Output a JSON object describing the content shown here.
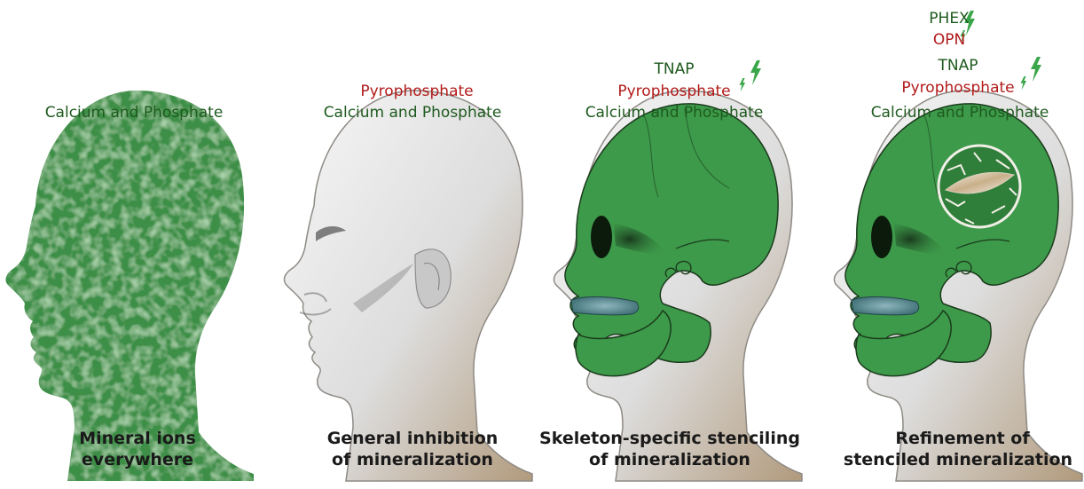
{
  "panels": [
    {
      "labels": [
        {
          "text": "Calcium and Phosphate",
          "color": "green"
        }
      ],
      "caption_line1": "Mineral ions",
      "caption_line2": "everywhere"
    },
    {
      "labels": [
        {
          "text": "Pyrophosphate",
          "color": "red"
        },
        {
          "text": "Calcium and Phosphate",
          "color": "green"
        }
      ],
      "caption_line1": "General inhibition",
      "caption_line2": "of mineralization"
    },
    {
      "labels": [
        {
          "text": "TNAP",
          "color": "green"
        },
        {
          "text": "Pyrophosphate",
          "color": "red"
        },
        {
          "text": "Calcium and Phosphate",
          "color": "green"
        }
      ],
      "caption_line1": "Skeleton-specific stenciling",
      "caption_line2": "of mineralization"
    },
    {
      "labels": [
        {
          "text": "PHEX",
          "color": "green"
        },
        {
          "text": "OPN",
          "color": "red"
        },
        {
          "text": "TNAP",
          "color": "green"
        },
        {
          "text": "Pyrophosphate",
          "color": "red"
        },
        {
          "text": "Calcium and Phosphate",
          "color": "green"
        }
      ],
      "caption_line1": "Refinement of",
      "caption_line2": "stenciled mineralization"
    }
  ],
  "colors": {
    "green_text": "#1e5a1e",
    "red_text": "#b21a1a",
    "mineral_green": "#3d9a4a",
    "bolt_green": "#3aa64a"
  },
  "icons": [
    "lightning-bolt-icon"
  ]
}
